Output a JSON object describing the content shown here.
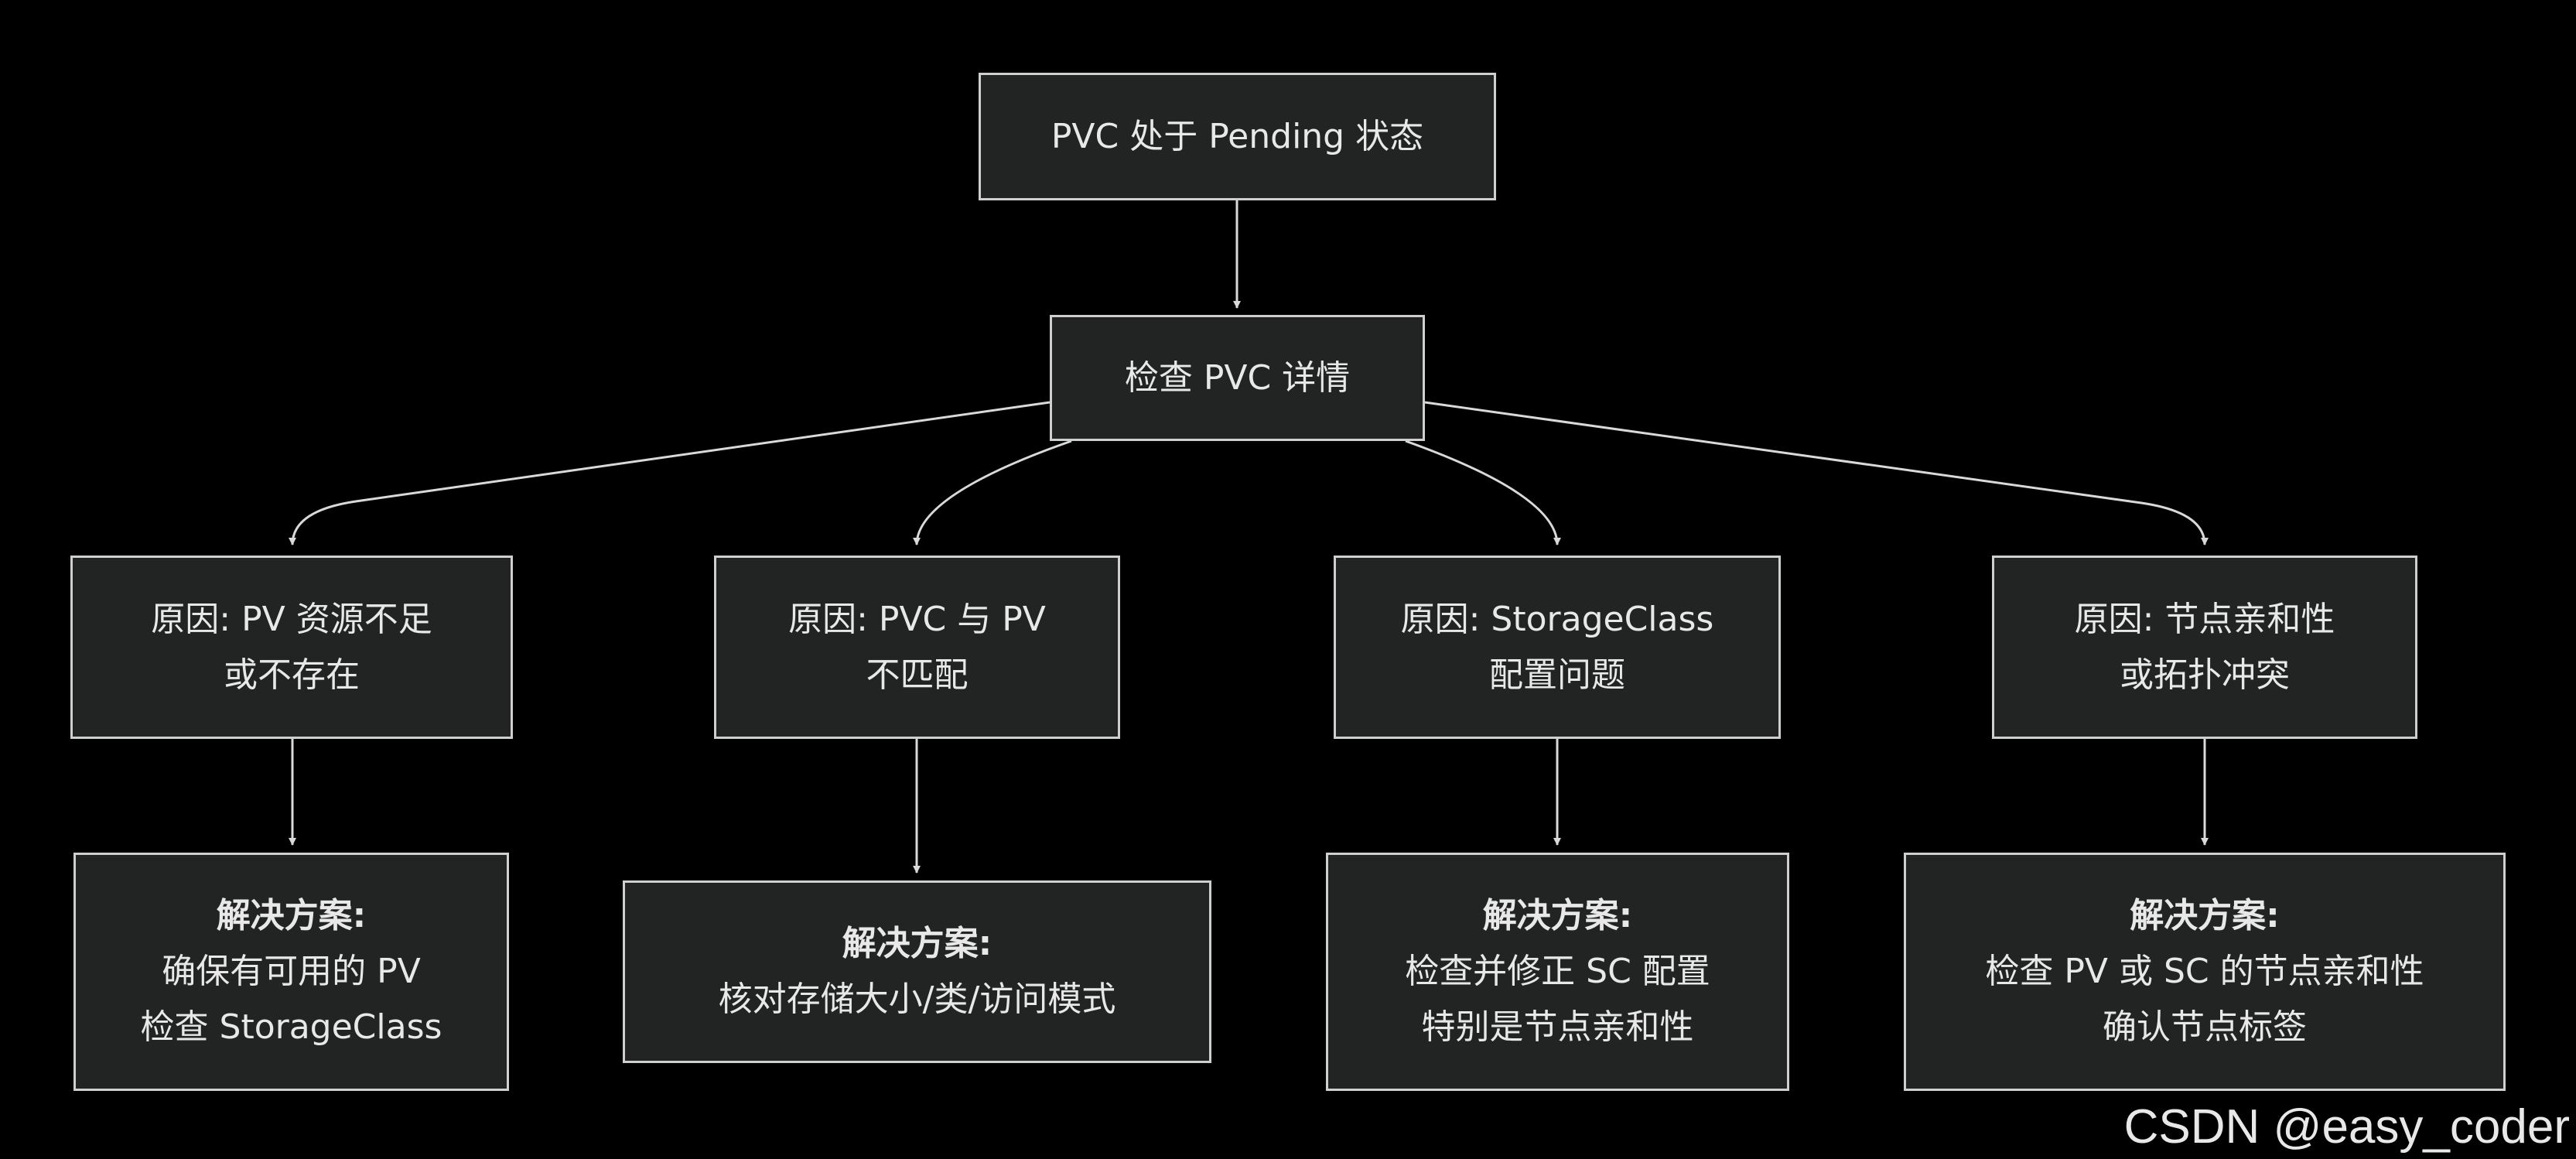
{
  "nodes": {
    "start": {
      "lines": [
        "PVC 处于 Pending 状态"
      ]
    },
    "check": {
      "lines": [
        "检查 PVC 详情"
      ]
    },
    "cause1": {
      "lines": [
        "原因: PV 资源不足",
        "或不存在"
      ]
    },
    "cause2": {
      "lines": [
        "原因: PVC 与 PV",
        "不匹配"
      ]
    },
    "cause3": {
      "lines": [
        "原因: StorageClass",
        "配置问题"
      ]
    },
    "cause4": {
      "lines": [
        "原因: 节点亲和性",
        "或拓扑冲突"
      ]
    },
    "solution1": {
      "title": "解决方案:",
      "lines": [
        "确保有可用的 PV",
        "检查 StorageClass"
      ]
    },
    "solution2": {
      "title": "解决方案:",
      "lines": [
        "核对存储大小/类/访问模式"
      ]
    },
    "solution3": {
      "title": "解决方案:",
      "lines": [
        "检查并修正 SC 配置",
        "特别是节点亲和性"
      ]
    },
    "solution4": {
      "title": "解决方案:",
      "lines": [
        "检查 PV 或 SC 的节点亲和性",
        "确认节点标签"
      ]
    }
  },
  "watermark": "CSDN @easy_coder",
  "colors": {
    "background": "#000000",
    "node_fill": "#222323",
    "node_border": "#cfcfcf",
    "edge": "#d9d9d9",
    "text": "#e8e8e8"
  }
}
